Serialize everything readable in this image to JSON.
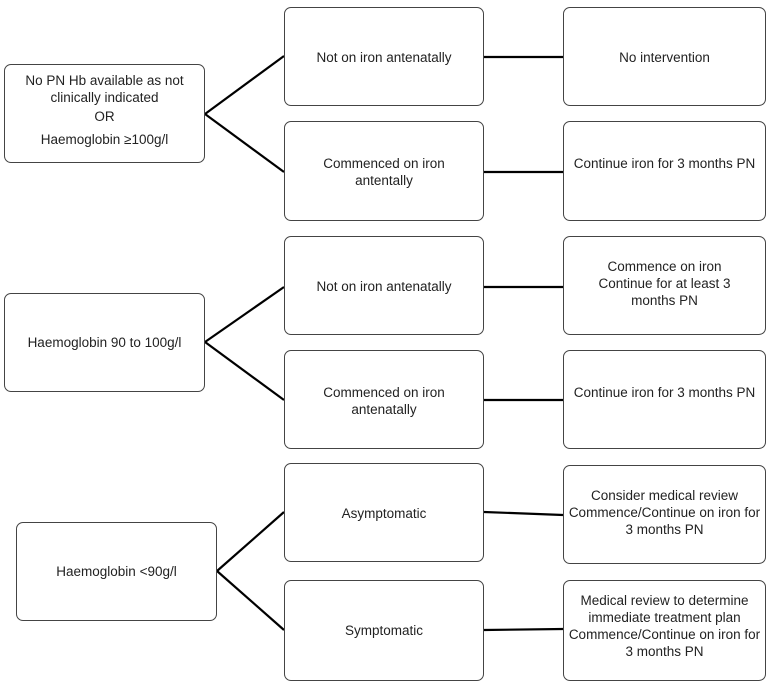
{
  "groups": [
    {
      "condition": {
        "lines": [
          "No PN Hb available as not clinically indicated",
          "OR",
          "Haemoglobin ≥100g/l"
        ]
      },
      "branches": [
        {
          "status": [
            "Not on iron antenatally"
          ],
          "action": [
            "No intervention"
          ]
        },
        {
          "status": [
            "Commenced on iron antentally"
          ],
          "action": [
            "Continue iron for 3 months PN"
          ]
        }
      ]
    },
    {
      "condition": {
        "lines": [
          "Haemoglobin 90 to 100g/l"
        ]
      },
      "branches": [
        {
          "status": [
            "Not on iron antenatally"
          ],
          "action": [
            "Commence on iron",
            "Continue for at least 3 months PN"
          ]
        },
        {
          "status": [
            "Commenced on iron antenatally"
          ],
          "action": [
            "Continue iron for 3 months PN"
          ]
        }
      ]
    },
    {
      "condition": {
        "lines": [
          "Haemoglobin <90g/l"
        ]
      },
      "branches": [
        {
          "status": [
            "Asymptomatic"
          ],
          "action": [
            "Consider medical review",
            "Commence/Continue on iron for 3 months PN"
          ]
        },
        {
          "status": [
            "Symptomatic"
          ],
          "action": [
            "Medical review to determine immediate treatment plan",
            "Commence/Continue on iron for 3 months PN"
          ]
        }
      ]
    }
  ]
}
